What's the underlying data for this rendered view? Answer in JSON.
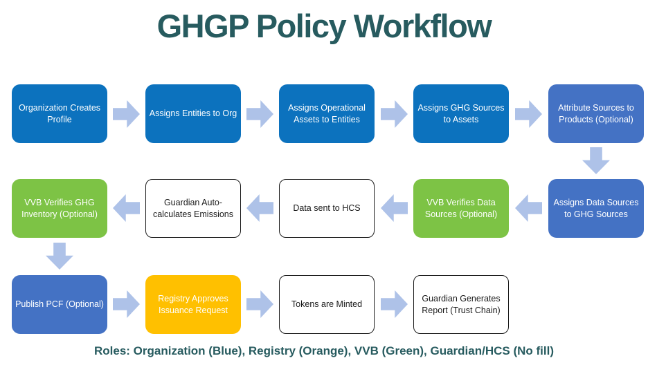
{
  "title": "GHGP Policy Workflow",
  "legend": "Roles: Organization (Blue), Registry (Orange), VVB (Green), Guardian/HCS (No fill)",
  "colors": {
    "title_text": "#275B5F",
    "legend_text": "#275B5F",
    "box_blue": "#0C72BE",
    "box_blue_alt": "#4472C4",
    "box_green": "#7DC345",
    "box_orange": "#FFC000",
    "box_no_fill_border": "#1A1A1A",
    "connector_arrow": "#AEC2E8",
    "background": "#FFFFFF"
  },
  "nodes": [
    {
      "label": "Organization Creates Profile",
      "fill": "blue",
      "role": "organization"
    },
    {
      "label": "Assigns Entities to Org",
      "fill": "blue",
      "role": "organization"
    },
    {
      "label": "Assigns Operational Assets to Entities",
      "fill": "blue",
      "role": "organization"
    },
    {
      "label": "Assigns GHG Sources to Assets",
      "fill": "blue",
      "role": "organization"
    },
    {
      "label": "Attribute Sources to Products (Optional)",
      "fill": "blue_alt",
      "role": "organization"
    },
    {
      "label": "Assigns Data Sources to GHG Sources",
      "fill": "blue_alt",
      "role": "organization"
    },
    {
      "label": "VVB Verifies Data Sources (Optional)",
      "fill": "green",
      "role": "vvb"
    },
    {
      "label": "Data sent to HCS",
      "fill": "none",
      "role": "guardian_hcs"
    },
    {
      "label": "Guardian Auto-calculates Emissions",
      "fill": "none",
      "role": "guardian_hcs"
    },
    {
      "label": "VVB Verifies GHG Inventory (Optional)",
      "fill": "green",
      "role": "vvb"
    },
    {
      "label": "Publish PCF (Optional)",
      "fill": "blue_alt",
      "role": "organization"
    },
    {
      "label": "Registry Approves Issuance Request",
      "fill": "orange",
      "role": "registry"
    },
    {
      "label": "Tokens are Minted",
      "fill": "none",
      "role": "guardian_hcs"
    },
    {
      "label": "Guardian Generates Report (Trust Chain)",
      "fill": "none",
      "role": "guardian_hcs"
    }
  ]
}
